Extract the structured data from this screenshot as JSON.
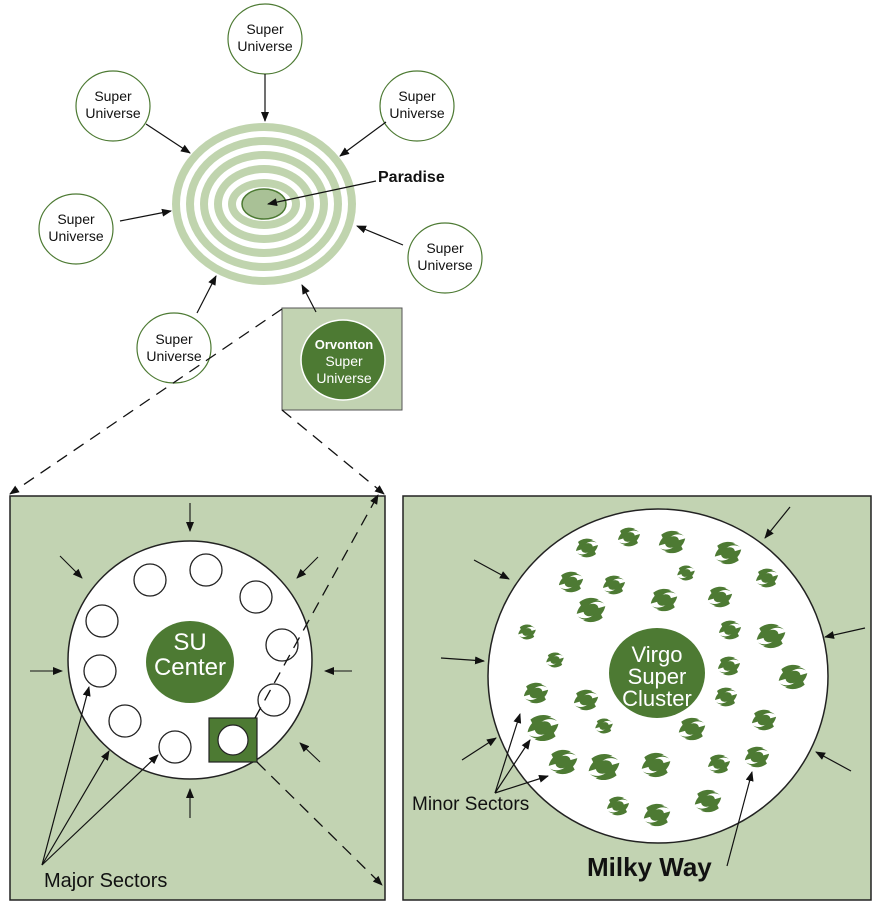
{
  "top": {
    "super_universe_labels": [
      [
        "Super",
        "Universe"
      ],
      [
        "Super",
        "Universe"
      ],
      [
        "Super",
        "Universe"
      ],
      [
        "Super",
        "Universe"
      ],
      [
        "Super",
        "Universe"
      ],
      [
        "Super",
        "Universe"
      ]
    ],
    "paradise_label": "Paradise",
    "orvonton_title": "Orvonton",
    "orvonton_sub": [
      "Super",
      "Universe"
    ]
  },
  "left_panel": {
    "center_label": [
      "SU",
      "Center"
    ],
    "callout_label": "Major Sectors"
  },
  "right_panel": {
    "center_label": [
      "Virgo",
      "Super",
      "Cluster"
    ],
    "callout_label": "Minor Sectors",
    "milky_way_label": "Milky Way"
  },
  "colors": {
    "panel_bg": "#c2d3b2",
    "dark_green": "#4d7a33",
    "ring_green": "#c0d4ae",
    "paradise_fill": "#a9c196"
  }
}
